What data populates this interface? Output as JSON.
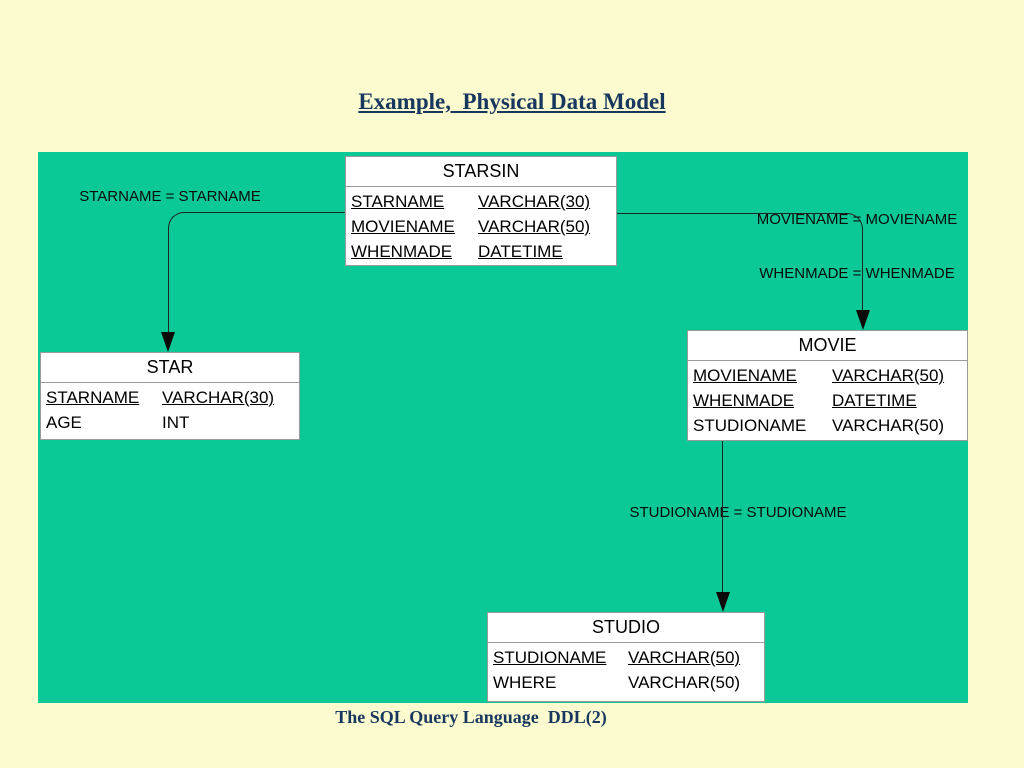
{
  "slide": {
    "title": "Example,  Physical Data Model",
    "footer": "The SQL Query Language  DDL(2)"
  },
  "colors": {
    "background": "#FBFBCF",
    "panel_green": "#0BC996",
    "heading_navy": "#17375E",
    "table_background": "#FFFFFF",
    "table_border": "#9A9A9A",
    "connector": "#222222"
  },
  "tables": {
    "starsin": {
      "name": "STARSIN",
      "columns": [
        {
          "name": "STARNAME",
          "type": "VARCHAR(30)",
          "key": true
        },
        {
          "name": "MOVIENAME",
          "type": "VARCHAR(50)",
          "key": true
        },
        {
          "name": "WHENMADE",
          "type": "DATETIME",
          "key": true
        }
      ]
    },
    "star": {
      "name": "STAR",
      "columns": [
        {
          "name": "STARNAME",
          "type": "VARCHAR(30)",
          "key": true
        },
        {
          "name": "AGE",
          "type": "INT",
          "key": false
        }
      ]
    },
    "movie": {
      "name": "MOVIE",
      "columns": [
        {
          "name": "MOVIENAME",
          "type": "VARCHAR(50)",
          "key": true
        },
        {
          "name": "WHENMADE",
          "type": "DATETIME",
          "key": true
        },
        {
          "name": "STUDIONAME",
          "type": "VARCHAR(50)",
          "key": false
        }
      ]
    },
    "studio": {
      "name": "STUDIO",
      "columns": [
        {
          "name": "STUDIONAME",
          "type": "VARCHAR(50)",
          "key": true
        },
        {
          "name": "WHERE",
          "type": "VARCHAR(50)",
          "key": false
        }
      ]
    }
  },
  "relation_labels": {
    "star_join": "STARNAME = STARNAME",
    "movie_join_line1": "MOVIENAME = MOVIENAME",
    "movie_join_line2": "WHENMADE = WHENMADE",
    "studio_join": "STUDIONAME = STUDIONAME"
  }
}
